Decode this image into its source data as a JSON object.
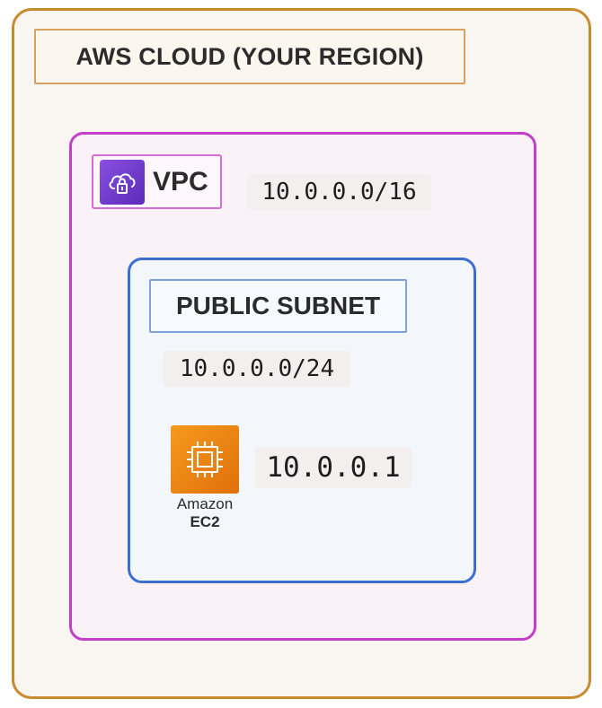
{
  "region": {
    "label": "AWS CLOUD (YOUR REGION)"
  },
  "vpc": {
    "label": "VPC",
    "cidr": "10.0.0.0/16",
    "icon": "vpc-cloud-lock-icon"
  },
  "subnet": {
    "label": "PUBLIC SUBNET",
    "cidr": "10.0.0.0/24"
  },
  "instance": {
    "icon": "ec2-chip-icon",
    "caption_line1": "Amazon",
    "caption_line2": "EC2",
    "ip": "10.0.0.1"
  },
  "colors": {
    "region_border": "#c88a2e",
    "vpc_border": "#c43ec8",
    "subnet_border": "#3a6fd0",
    "vpc_icon": "#7a3fd8",
    "ec2_icon": "#ed7f16"
  }
}
